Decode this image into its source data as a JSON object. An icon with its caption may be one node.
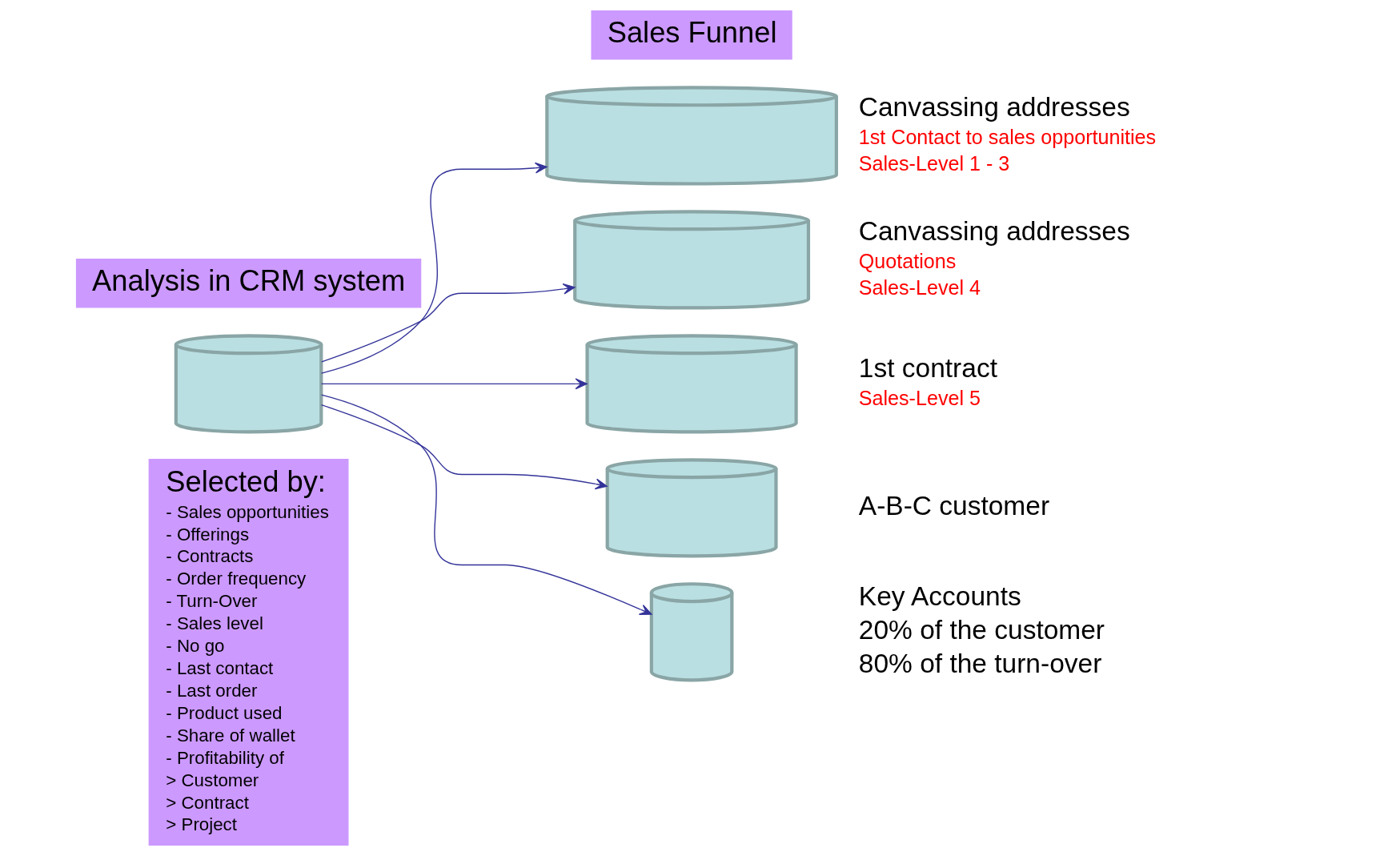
{
  "diagram": {
    "nodes": [
      {
        "text": [
          "Analysis in CRM system"
        ]
      },
      {
        "text": [],
        "shape": "cylinder"
      },
      {
        "text": [
          "Selected by:",
          "- Sales opportunities",
          "- Offerings",
          "- Contracts",
          "- Order frequency",
          "- Turn-Over",
          "- Sales level",
          "- No go",
          "- Last contact",
          "- Last order",
          "- Product used",
          "- Share of wallet",
          "- Profitability of",
          "> Customer",
          "> Contract",
          "> Project"
        ]
      },
      {
        "text": [
          "Sales Funnel"
        ]
      },
      {
        "text": [],
        "shape": "cylinder",
        "beside": [
          "Canvassing addresses",
          "1st Contact to sales opportunities",
          "Sales-Level 1 - 3"
        ]
      },
      {
        "text": [],
        "shape": "cylinder",
        "beside": [
          "Canvassing addresses",
          "Quotations",
          "Sales-Level 4"
        ]
      },
      {
        "text": [],
        "shape": "cylinder",
        "beside": [
          "1st contract",
          "Sales-Level 5"
        ]
      },
      {
        "text": [],
        "shape": "cylinder",
        "beside": [
          "A-B-C customer"
        ]
      },
      {
        "text": [],
        "shape": "cylinder",
        "beside": [
          "Key Accounts",
          "20% of the customer",
          "80% of the turn-over"
        ]
      }
    ],
    "edges": [
      {
        "from": 1,
        "to": 4,
        "arrow": "to"
      },
      {
        "from": 1,
        "to": 5,
        "arrow": "to"
      },
      {
        "from": 1,
        "to": 6,
        "arrow": "to"
      },
      {
        "from": 1,
        "to": 7,
        "arrow": "to"
      },
      {
        "from": 1,
        "to": 8,
        "arrow": "to"
      }
    ]
  }
}
